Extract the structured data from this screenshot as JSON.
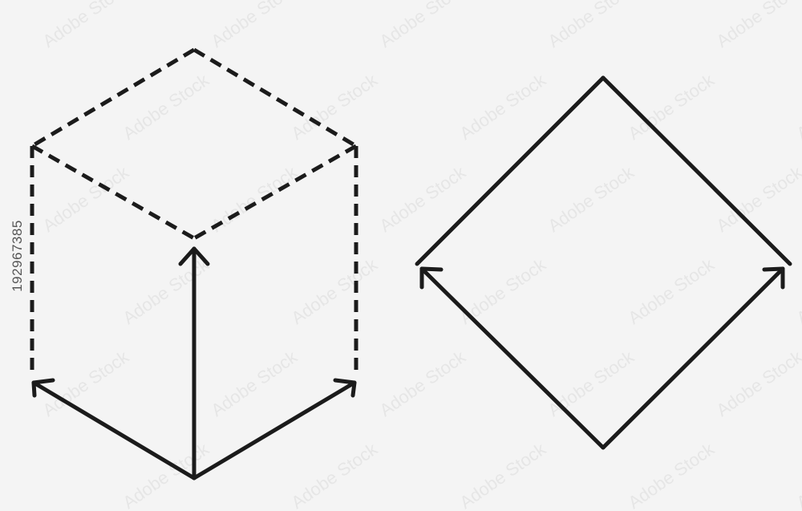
{
  "colors": {
    "background": "#f4f4f4",
    "stroke": "#1b1b1b",
    "watermark": "#e6e6e6",
    "stock_id_text": "#555555"
  },
  "stock_id": "192967385",
  "watermark_text": "Adobe Stock",
  "figures": [
    {
      "name": "isometric-cube",
      "style": "three axis arrows from a common origin with a dashed cube outline"
    },
    {
      "name": "square-diamond",
      "style": "solid square rotated 45 degrees with two arrowheads at the side corners"
    }
  ]
}
